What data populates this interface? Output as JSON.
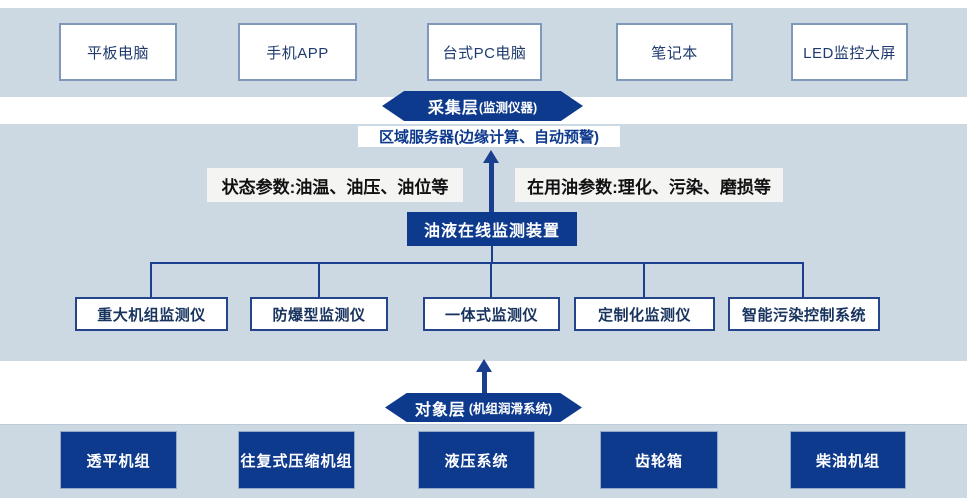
{
  "page": {
    "accent_navy": "#0e3a8e",
    "band_color": "#ccd9e3"
  },
  "presentation_layer": {
    "devices": [
      "平板电脑",
      "手机APP",
      "台式PC电脑",
      "笔记本",
      "LED监控大屏"
    ]
  },
  "collection_layer": {
    "badge_title": "采集层",
    "badge_subtitle": "(监测仪器)",
    "server_label": "区域服务器(边缘计算、自动预警)",
    "left_param_label": "状态参数:油温、油压、油位等",
    "right_param_label": "在用油参数:理化、污染、磨损等",
    "central_device_label": "油液在线监测装置",
    "monitors": [
      "重大机组监测仪",
      "防爆型监测仪",
      "一体式监测仪",
      "定制化监测仪",
      "智能污染控制系统"
    ]
  },
  "object_layer": {
    "badge_title": "对象层",
    "badge_subtitle": "(机组润滑系统)",
    "units": [
      "透平机组",
      "往复式压缩机组",
      "液压系统",
      "齿轮箱",
      "柴油机组"
    ]
  }
}
